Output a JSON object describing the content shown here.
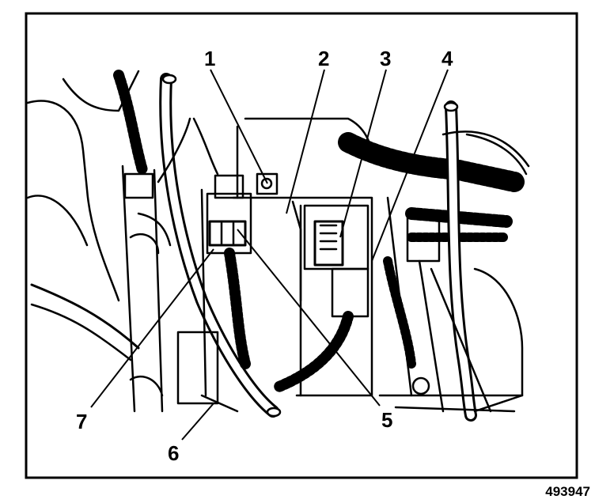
{
  "callouts": [
    {
      "label": "1"
    },
    {
      "label": "2"
    },
    {
      "label": "3"
    },
    {
      "label": "4"
    },
    {
      "label": "5"
    },
    {
      "label": "6"
    },
    {
      "label": "7"
    }
  ],
  "figure_id": "493947",
  "colors": {
    "ink": "#000000",
    "paper": "#ffffff"
  }
}
